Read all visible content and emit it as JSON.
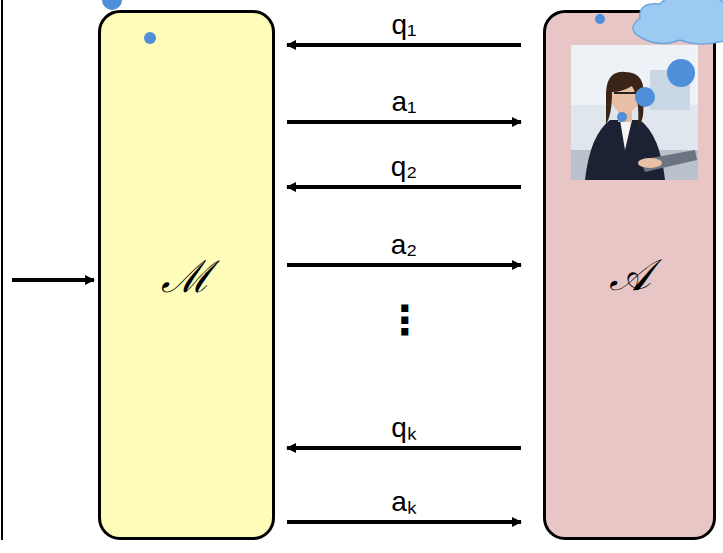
{
  "diagram": {
    "nodes": [
      {
        "text": [
          "ℳ"
        ]
      },
      {
        "text": [
          "𝒜"
        ]
      }
    ],
    "edges": [
      {
        "from": 1,
        "to": 0,
        "label": "q₁",
        "arrow": "to"
      },
      {
        "from": 0,
        "to": 1,
        "label": "a₁",
        "arrow": "to"
      },
      {
        "from": 1,
        "to": 0,
        "label": "q₂",
        "arrow": "to"
      },
      {
        "from": 0,
        "to": 1,
        "label": "a₂",
        "arrow": "to"
      },
      {
        "from": 1,
        "to": 0,
        "label": "qₖ",
        "arrow": "to"
      },
      {
        "from": 0,
        "to": 1,
        "label": "aₖ",
        "arrow": "to"
      }
    ],
    "labels": [
      "⋮"
    ]
  }
}
